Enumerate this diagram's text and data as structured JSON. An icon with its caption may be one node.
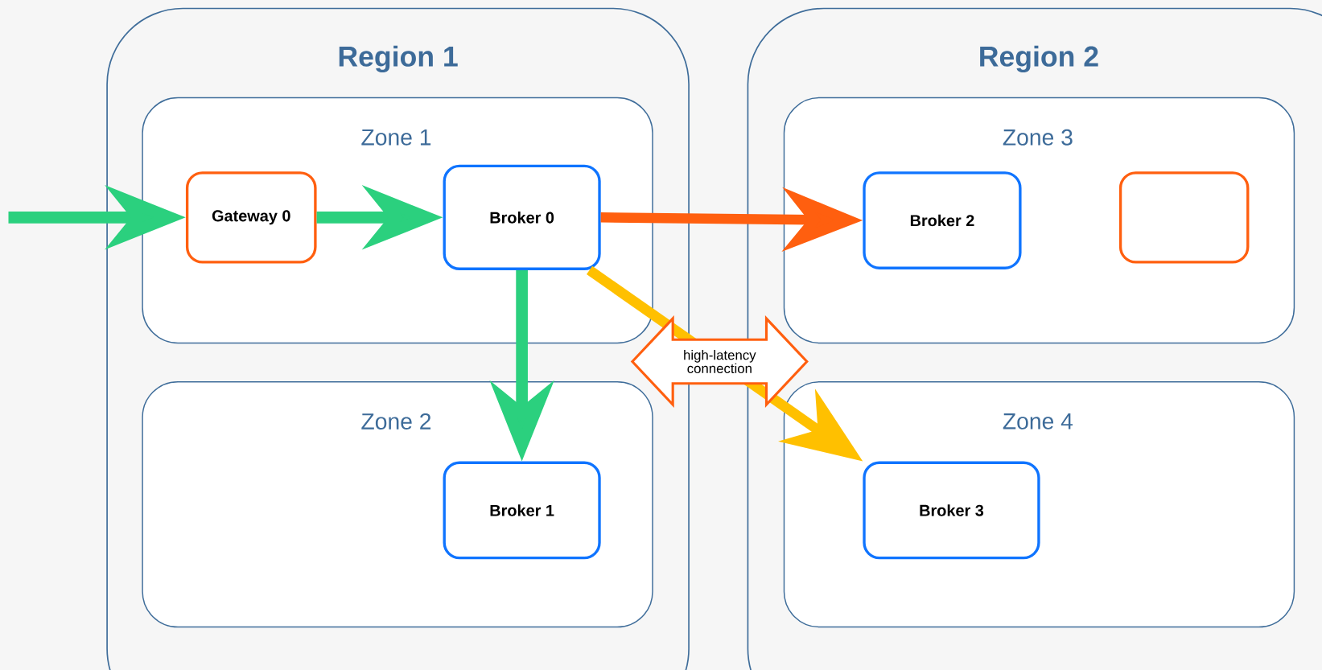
{
  "diagram": {
    "nodes": [
      {
        "text": [
          "Region 1"
        ]
      },
      {
        "text": [
          "Zone 1"
        ],
        "in": 0
      },
      {
        "text": [
          "Gateway 0"
        ],
        "in": 1
      },
      {
        "text": [
          "Broker 0"
        ],
        "in": 1
      },
      {
        "text": [
          "Zone 2"
        ],
        "in": 0
      },
      {
        "text": [
          "Broker 1"
        ],
        "in": 4
      },
      {
        "text": [
          "Region 2"
        ]
      },
      {
        "text": [
          "Zone 3"
        ],
        "in": 6
      },
      {
        "text": [
          "Broker 2"
        ],
        "in": 7
      },
      {
        "text": [],
        "shape": "box",
        "in": 7
      },
      {
        "text": [
          "Zone 4"
        ],
        "in": 6
      },
      {
        "text": [
          "Broker 3"
        ],
        "in": 10
      }
    ],
    "labels": [
      "high-latency connection"
    ],
    "edges": [
      {
        "from": null,
        "to": 2,
        "arrow": "to"
      },
      {
        "from": 2,
        "to": 3,
        "arrow": "to"
      },
      {
        "from": 3,
        "to": 8,
        "arrow": "to",
        "color": "#ff5f0f"
      },
      {
        "from": 3,
        "to": 11,
        "arrow": "to",
        "color": "#ffc000"
      },
      {
        "from": 3,
        "to": 5,
        "arrow": "to"
      }
    ]
  }
}
